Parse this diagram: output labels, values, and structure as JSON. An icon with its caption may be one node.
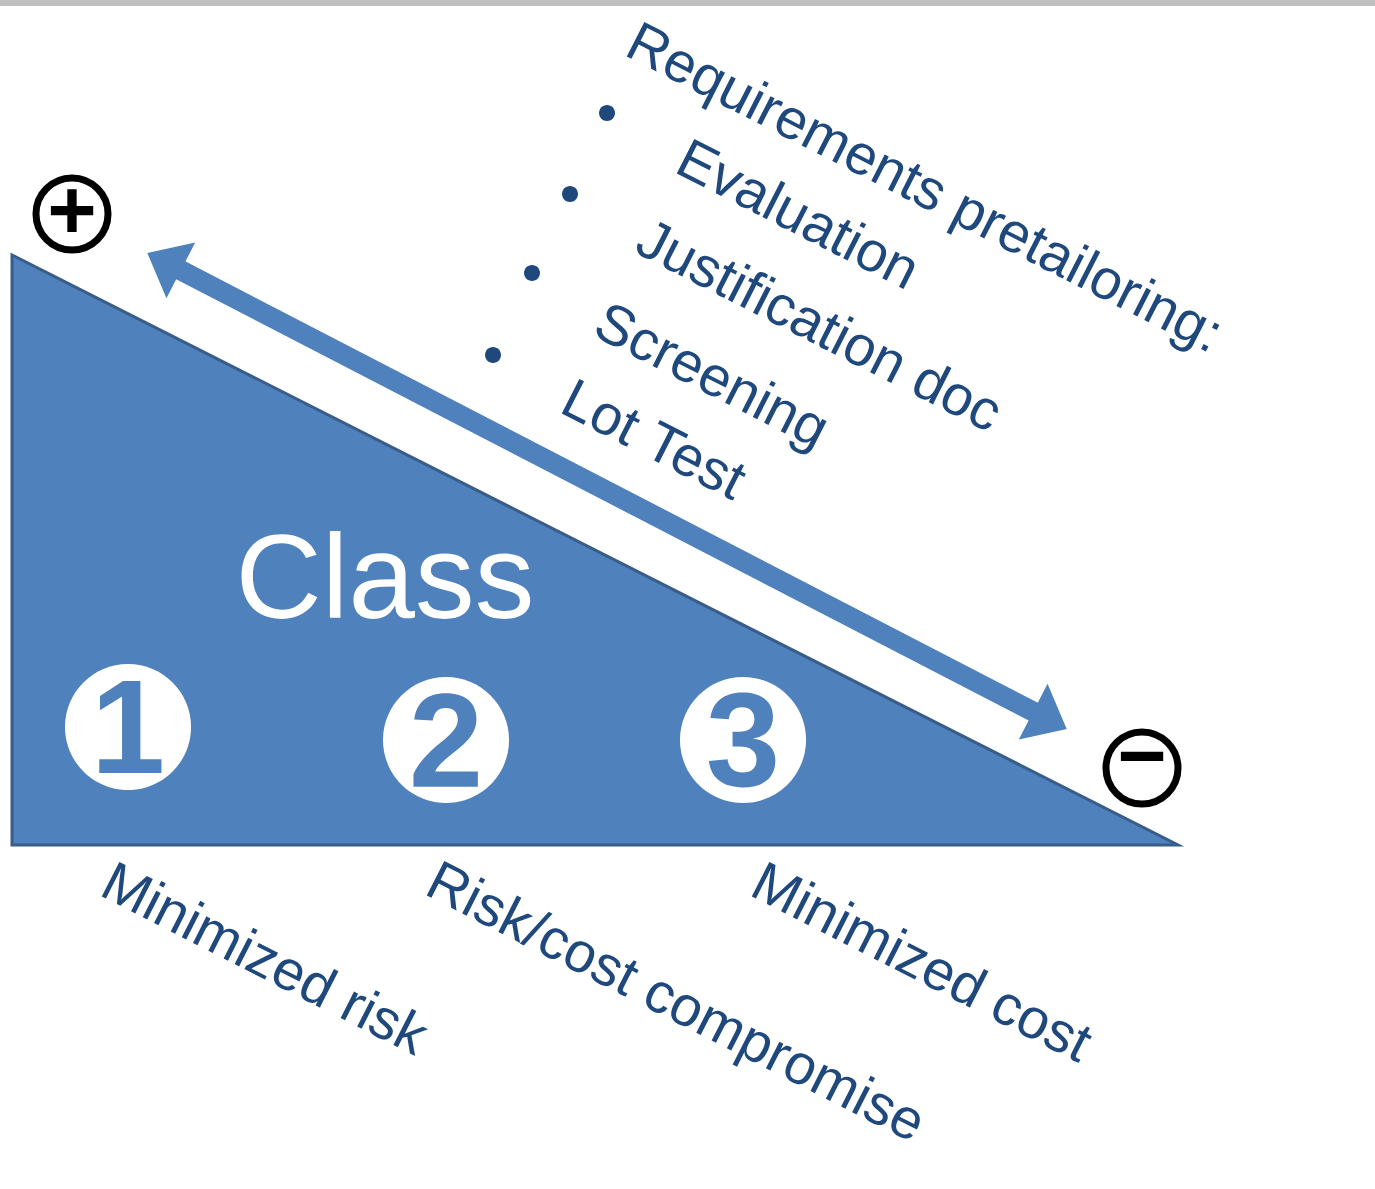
{
  "diagram": {
    "nodes": [
      {
        "text": [
          "Class"
        ]
      },
      {
        "text": [
          "1"
        ],
        "in": 0
      },
      {
        "text": [
          "2"
        ],
        "in": 0
      },
      {
        "text": [
          "3"
        ],
        "in": 0
      },
      {
        "text": [
          "+"
        ]
      },
      {
        "text": [
          "−"
        ]
      }
    ],
    "edges": [
      {
        "from": 4,
        "to": 5,
        "arrow": "both"
      }
    ],
    "labels": [
      "Requirements pretailoring:",
      "Evaluation",
      "Justification doc",
      "Screening",
      "Lot Test",
      "Minimized risk",
      "Risk/cost compromise",
      "Minimized cost"
    ]
  }
}
